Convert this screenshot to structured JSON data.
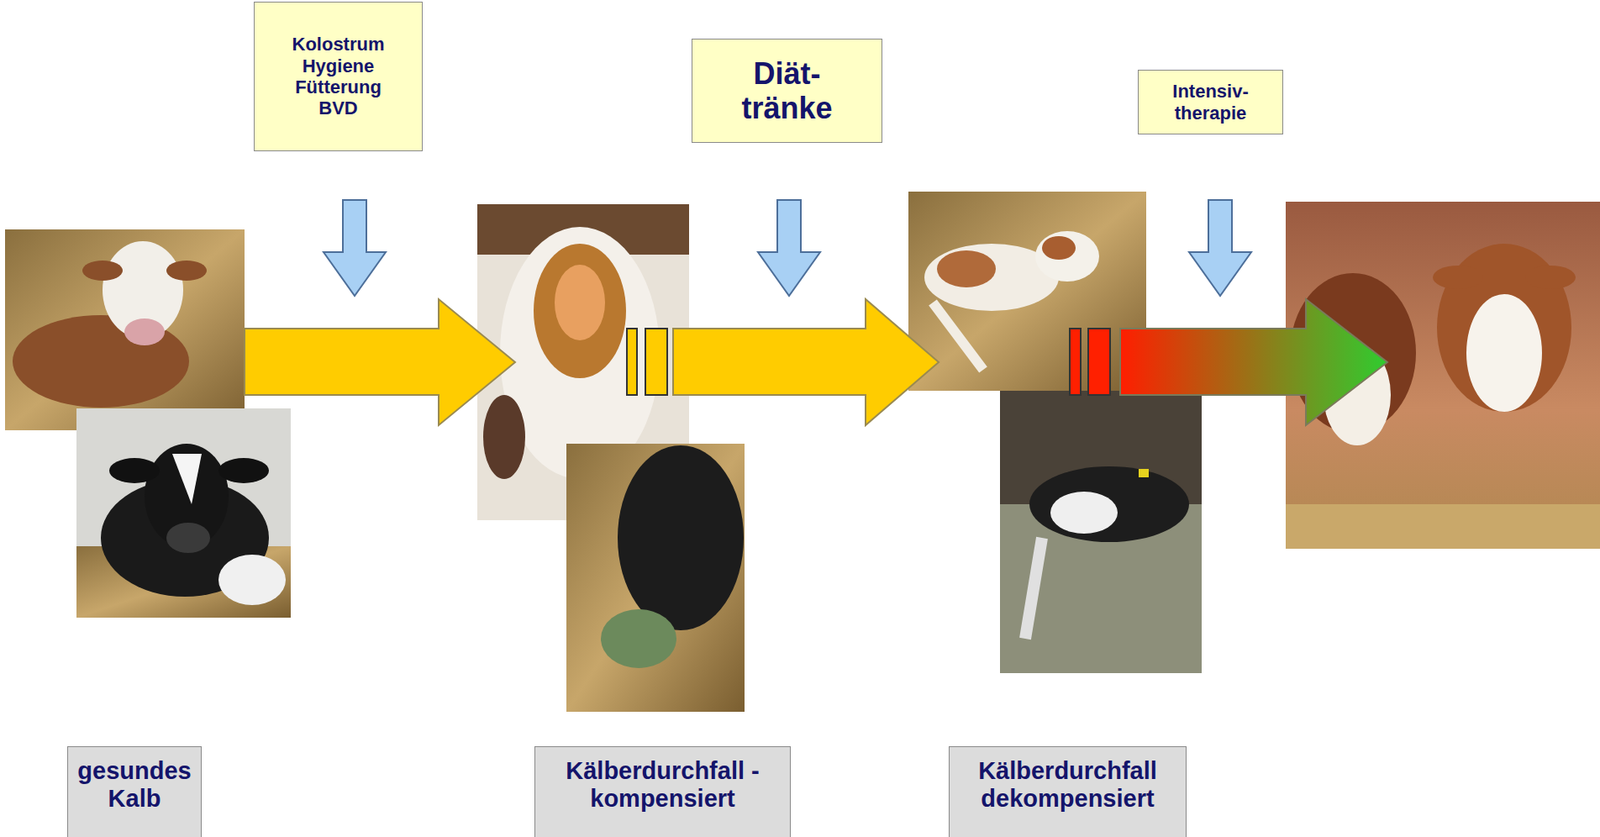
{
  "diagram": {
    "nodes": [
      {
        "text": [
          "Kolostrum Hygiene Fütterung BVD"
        ]
      },
      {
        "text": [
          "Diät- tränke"
        ]
      },
      {
        "text": [
          "Intensiv- therapie"
        ]
      },
      {
        "text": [
          "gesundes Kalb"
        ]
      },
      {
        "text": [
          "Kälberdurchfall - kompensiert"
        ]
      },
      {
        "text": [
          "Kälberdurchfall dekompensiert"
        ]
      }
    ]
  }
}
